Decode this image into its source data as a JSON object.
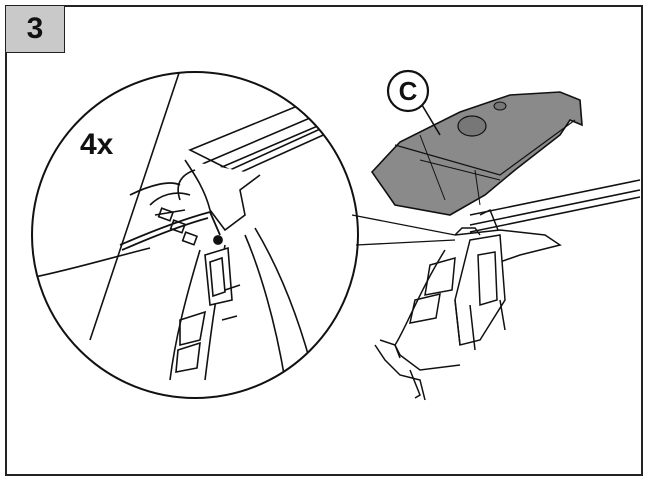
{
  "step": {
    "number": "3"
  },
  "detail": {
    "count_label": "4x"
  },
  "part": {
    "label": "C"
  },
  "colors": {
    "frame": "#222222",
    "badge_bg": "#c9c9c9",
    "cover_fill": "#8a8a8a",
    "line": "#111111"
  }
}
